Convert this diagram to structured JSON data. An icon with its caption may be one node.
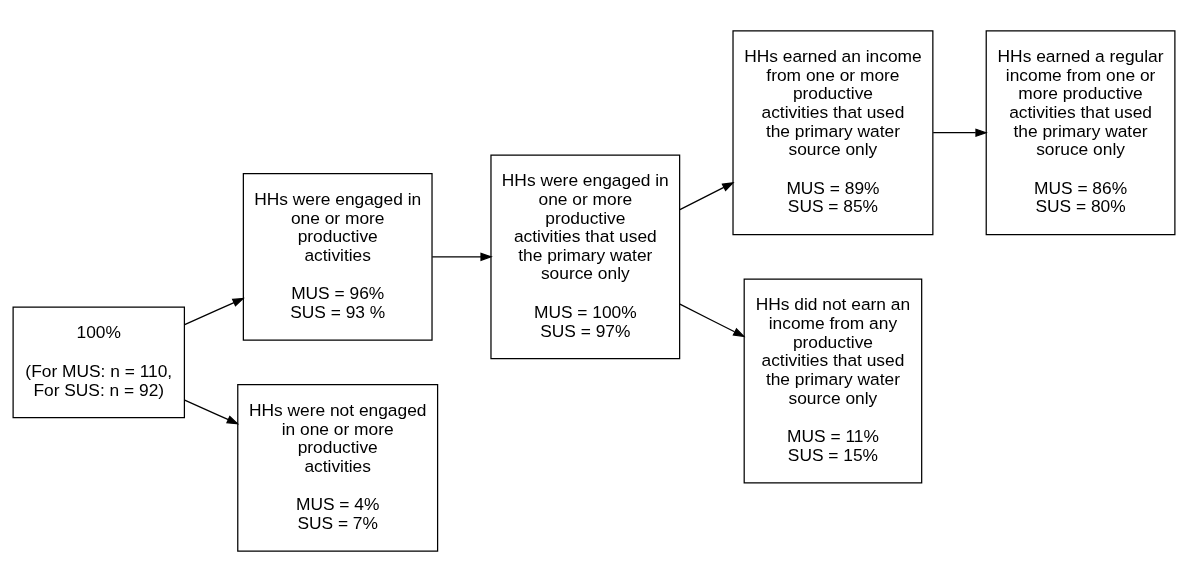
{
  "diagram": {
    "nodes": [
      {
        "text": [
          "100%",
          "(For MUS: n = 110, For SUS: n = 92)"
        ]
      },
      {
        "text": [
          "HHs were engaged in one or more productive activities",
          "MUS = 96%",
          "SUS = 93 %"
        ]
      },
      {
        "text": [
          "HHs were not engaged in one or more productive activities",
          "MUS = 4%",
          "SUS = 7%"
        ]
      },
      {
        "text": [
          "HHs were engaged in one or more productive activities that used the primary water source only",
          "MUS = 100%",
          "SUS = 97%"
        ]
      },
      {
        "text": [
          "HHs earned an income from one or more productive activities that used the primary water source only",
          "MUS = 89%",
          "SUS = 85%"
        ]
      },
      {
        "text": [
          "HHs did not earn an income from any productive activities that used the primary water source only",
          "MUS = 11%",
          "SUS = 15%"
        ]
      },
      {
        "text": [
          "HHs earned a regular income from one or more productive activities that used the primary water soruce only",
          "MUS = 86%",
          "SUS = 80%"
        ]
      }
    ],
    "edges": [
      {
        "from": 0,
        "to": 1,
        "arrow": "to"
      },
      {
        "from": 0,
        "to": 2,
        "arrow": "to"
      },
      {
        "from": 1,
        "to": 3,
        "arrow": "to"
      },
      {
        "from": 3,
        "to": 4,
        "arrow": "to"
      },
      {
        "from": 3,
        "to": 5,
        "arrow": "to"
      },
      {
        "from": 4,
        "to": 6,
        "arrow": "to"
      }
    ]
  }
}
